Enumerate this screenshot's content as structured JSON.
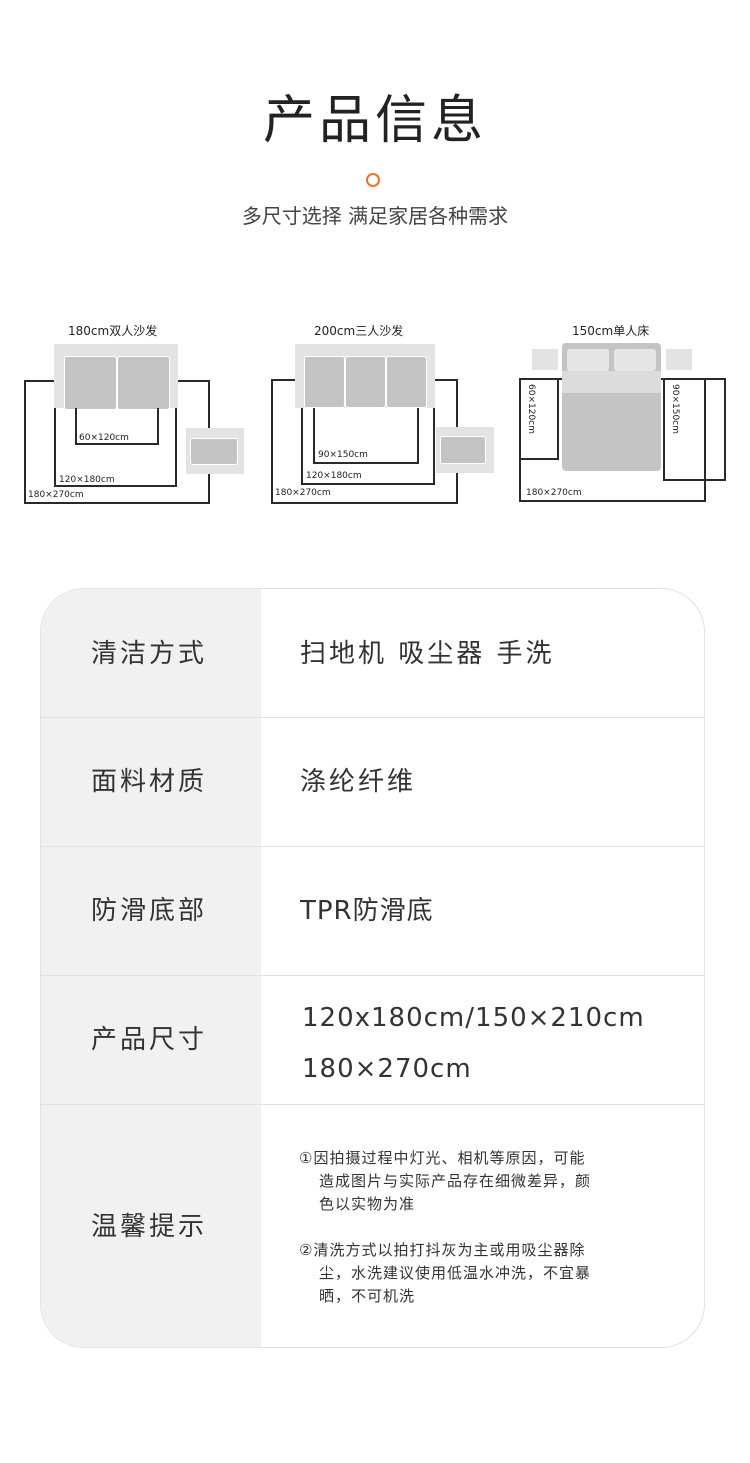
{
  "header": {
    "title": "产品信息",
    "subtitle": "多尺寸选择 满足家居各种需求",
    "accent_color": "#f0702a"
  },
  "diagrams": [
    {
      "label": "180cm双人沙发",
      "inner_size": "60×120cm",
      "mid_size": "120×180cm",
      "outer_size": "180×270cm"
    },
    {
      "label": "200cm三人沙发",
      "inner_size": "90×150cm",
      "mid_size": "120×180cm",
      "outer_size": "180×270cm"
    },
    {
      "label": "150cm单人床",
      "left_size": "60×120cm",
      "right_size": "90×150cm",
      "outer_size": "180×270cm"
    }
  ],
  "specs": [
    {
      "label": "清洁方式",
      "value": "扫地机 吸尘器 手洗"
    },
    {
      "label": "面料材质",
      "value": "涤纶纤维"
    },
    {
      "label": "防滑底部",
      "value": "TPR防滑底"
    },
    {
      "label": "产品尺寸",
      "value_line1": "120x180cm/150×210cm",
      "value_line2": "180×270cm"
    },
    {
      "label": "温馨提示",
      "note1_line1": "①因拍摄过程中灯光、相机等原因，可能",
      "note1_line2": "造成图片与实际产品存在细微差异，颜",
      "note1_line3": "色以实物为准",
      "note2_line1": "②清洗方式以拍打抖灰为主或用吸尘器除",
      "note2_line2": "尘，水洗建议使用低温水冲洗，不宜暴",
      "note2_line3": "晒，不可机洗"
    }
  ]
}
